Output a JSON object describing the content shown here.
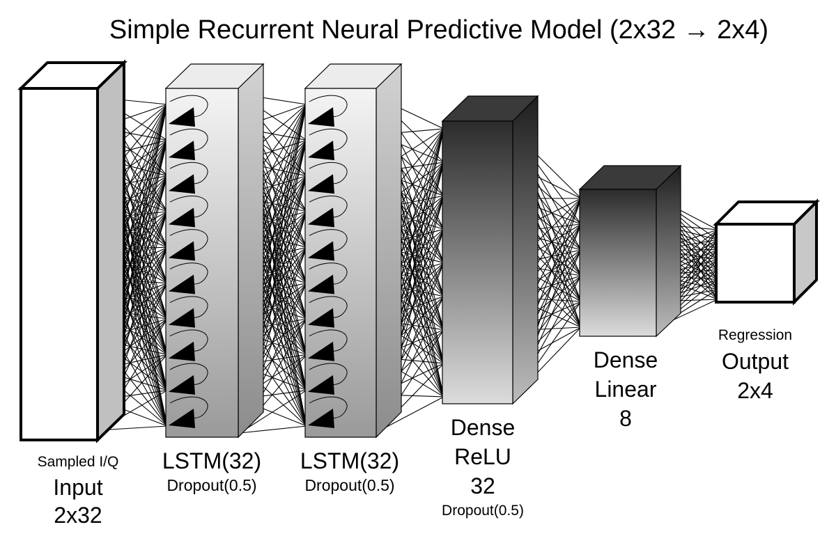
{
  "title": "Simple Recurrent Neural Predictive Model (2x32 → 2x4)",
  "layers": [
    {
      "id": "input",
      "caption": "Sampled I/Q",
      "lines": [
        "Input",
        "2x32"
      ]
    },
    {
      "id": "lstm1",
      "lines": [
        "LSTM(32)"
      ],
      "note": "Dropout(0.5)"
    },
    {
      "id": "lstm2",
      "lines": [
        "LSTM(32)"
      ],
      "note": "Dropout(0.5)"
    },
    {
      "id": "dense1",
      "lines": [
        "Dense",
        "ReLU",
        "32"
      ],
      "note": "Dropout(0.5)"
    },
    {
      "id": "dense2",
      "lines": [
        "Dense",
        "Linear",
        "8"
      ]
    },
    {
      "id": "output",
      "caption": "Regression",
      "lines": [
        "Output",
        "2x4"
      ]
    }
  ],
  "colors": {
    "line": "#000000",
    "box_light": "#ffffff",
    "box_side": "#c8c8c8",
    "dense_dark": "#2a2a2a"
  },
  "icons": {
    "recurrent_cell": "triangle-with-loop-icon"
  }
}
